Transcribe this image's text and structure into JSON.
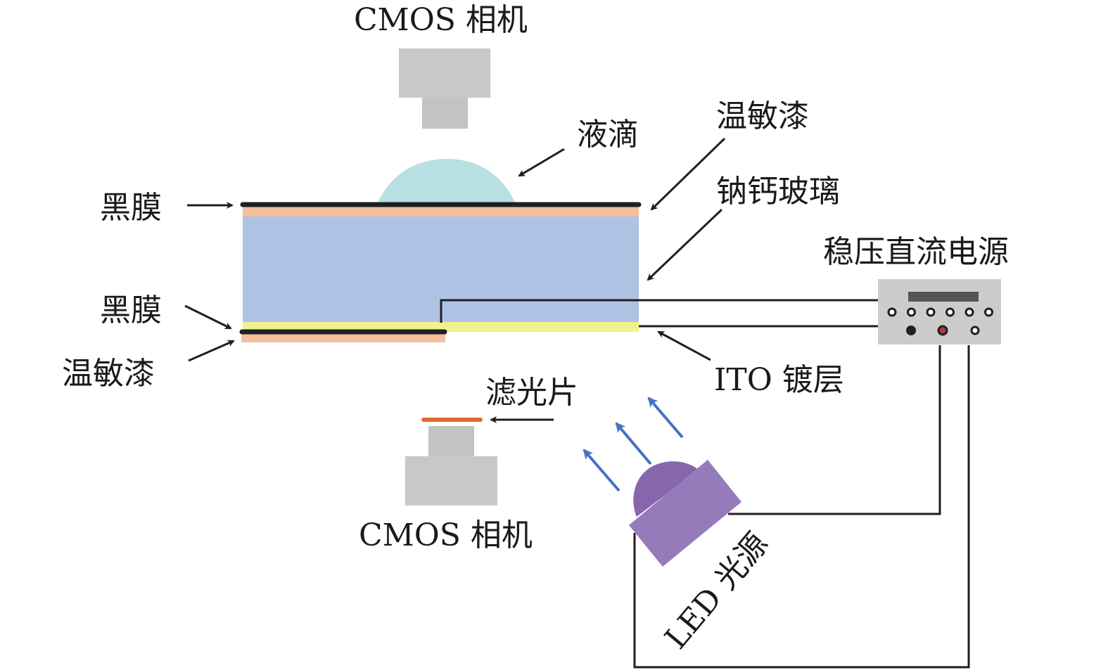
{
  "labels": {
    "top_camera": "CMOS 相机",
    "bottom_camera": "CMOS 相机",
    "droplet": "液滴",
    "black_film_top": "黑膜",
    "black_film_bottom": "黑膜",
    "thermo_paint_left": "温敏漆",
    "thermo_paint_right": "温敏漆",
    "glass": "钠钙玻璃",
    "power_supply": "稳压直流电源",
    "ito_coating": "ITO 镀层",
    "filter": "滤光片",
    "led_source": "LED 光源"
  },
  "colors": {
    "camera_body": "#c8c8c8",
    "camera_lens": "#c3c3c3",
    "droplet": "#b8dfe1",
    "black_film": "#1f1f1f",
    "thermo_paint": "#f3bf9f",
    "glass": "#aec3e4",
    "ito": "#f0f28c",
    "power_box": "#cccccc",
    "power_display": "#555555",
    "power_knob_red": "#b03a3f",
    "filter": "#e26a33",
    "led_dome": "#8866ad",
    "led_body": "#967bbb",
    "light_arrow": "#4472c4",
    "wire": "#1f1f1f"
  },
  "power_supply": {
    "top_terminals": 6,
    "bottom_knobs": [
      "black",
      "red",
      "white"
    ]
  }
}
